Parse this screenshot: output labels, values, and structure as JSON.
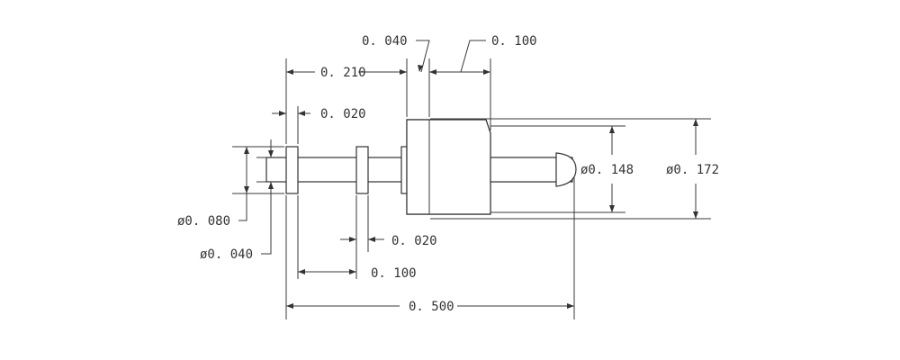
{
  "labels": {
    "dim_0040_top": "0. 040",
    "dim_0100_top": "0. 100",
    "dim_0210": "0. 210",
    "dim_0020_left": "0. 020",
    "dia_0148": "ø0. 148",
    "dia_0172": "ø0. 172",
    "dia_0080": "ø0. 080",
    "dia_0040": "ø0. 040",
    "dim_0020_bottom": "0. 020",
    "dim_0100_bottom": "0. 100",
    "dim_0500": "0. 500"
  },
  "colors": {
    "line": "#333333",
    "knurl": "#555555",
    "background": "#ffffff"
  }
}
